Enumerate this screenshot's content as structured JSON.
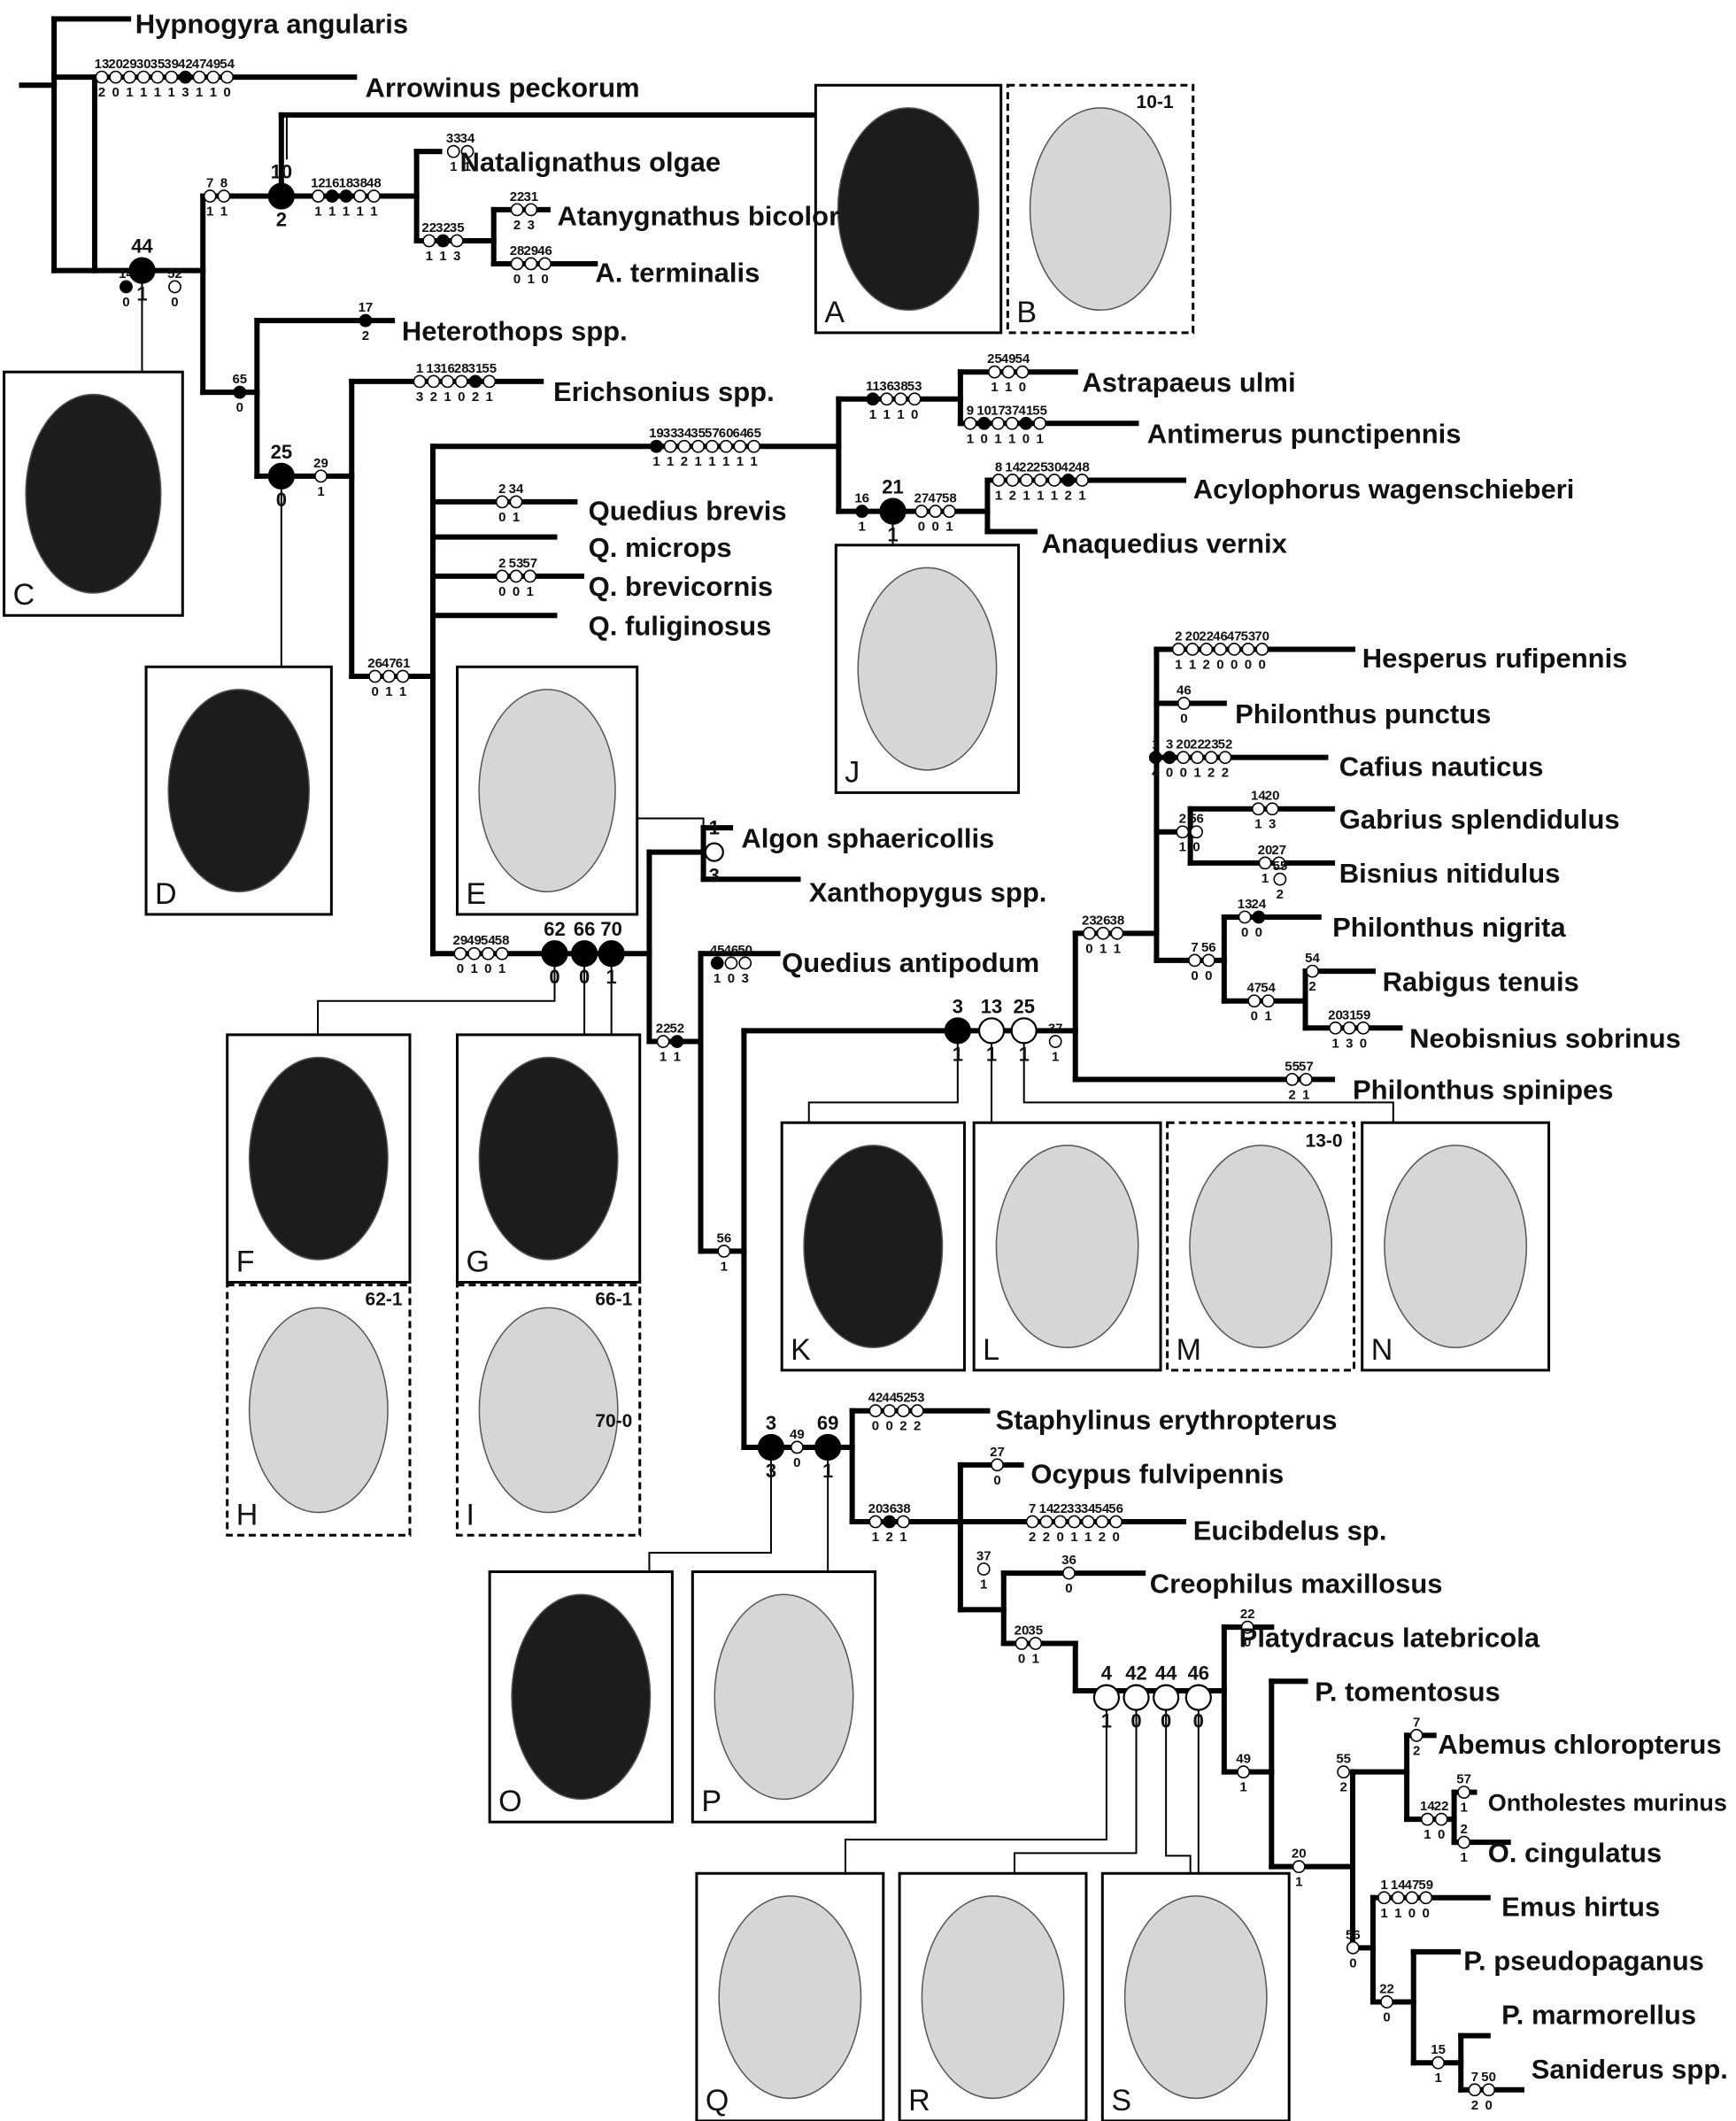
{
  "taxa": [
    "Hypnogyra angularis",
    "Arrowinus peckorum",
    "Natalignathus olgae",
    "Atanygnathus bicolor",
    "A. terminalis",
    "Heterothops spp.",
    "Erichsonius spp.",
    "Astrapaeus ulmi",
    "Antimerus punctipennis",
    "Acylophorus wagenschieberi",
    "Anaquedius vernix",
    "Quedius brevis",
    "Q. microps",
    "Q. brevicornis",
    "Q. fuliginosus",
    "Algon sphaericollis",
    "Xanthopygus spp.",
    "Quedius antipodum",
    "Hesperus rufipennis",
    "Philonthus punctus",
    "Cafius nauticus",
    "Gabrius splendidulus",
    "Bisnius nitidulus",
    "Philonthus nigrita",
    "Rabigus tenuis",
    "Neobisnius sobrinus",
    "Philonthus spinipes",
    "Staphylinus erythropterus",
    "Ocypus fulvipennis",
    "Eucibdelus sp.",
    "Creophilus maxillosus",
    "Platydracus latebricola",
    "P. tomentosus",
    "Abemus chloropterus",
    "Ontholestes murinus",
    "O. cingulatus",
    "Emus hirtus",
    "P. pseudopaganus",
    "P. marmorellus",
    "Saniderus spp."
  ],
  "characters": [
    {
      "c": [
        "13",
        "20",
        "29",
        "30",
        "35",
        "39",
        "42",
        "47",
        "49",
        "54"
      ],
      "s": [
        "2",
        "0",
        "1",
        "1",
        "1",
        "1",
        "3",
        "1",
        "1",
        "0"
      ]
    },
    {
      "c": [
        "33",
        "34"
      ],
      "s": [
        "1",
        "1"
      ]
    },
    {
      "c": [
        "7",
        "8"
      ],
      "s": [
        "1",
        "1"
      ]
    },
    {
      "c": [
        "12",
        "16",
        "18",
        "38",
        "48"
      ],
      "s": [
        "1",
        "1",
        "1",
        "1",
        "1"
      ]
    },
    {
      "c": [
        "22",
        "31"
      ],
      "s": [
        "2",
        "3"
      ]
    },
    {
      "c": [
        "22",
        "32",
        "35"
      ],
      "s": [
        "1",
        "1",
        "3"
      ]
    },
    {
      "c": [
        "28",
        "29",
        "46"
      ],
      "s": [
        "0",
        "1",
        "0"
      ]
    },
    {
      "c": [
        "14"
      ],
      "s": [
        "0"
      ]
    },
    {
      "c": [
        "52"
      ],
      "s": [
        "0"
      ]
    },
    {
      "c": [
        "17"
      ],
      "s": [
        "2"
      ]
    },
    {
      "c": [
        "65"
      ],
      "s": [
        "0"
      ]
    },
    {
      "c": [
        "1",
        "13",
        "16",
        "28",
        "31",
        "55"
      ],
      "s": [
        "3",
        "2",
        "1",
        "0",
        "2",
        "1"
      ]
    },
    {
      "c": [
        "29"
      ],
      "s": [
        "1"
      ]
    },
    {
      "c": [
        "11",
        "36",
        "38",
        "53"
      ],
      "s": [
        "1",
        "1",
        "1",
        "0"
      ]
    },
    {
      "c": [
        "25",
        "49",
        "54"
      ],
      "s": [
        "1",
        "1",
        "0"
      ]
    },
    {
      "c": [
        "9",
        "10",
        "17",
        "37",
        "41",
        "55"
      ],
      "s": [
        "1",
        "0",
        "1",
        "1",
        "0",
        "1"
      ]
    },
    {
      "c": [
        "19",
        "33",
        "34",
        "35",
        "57",
        "60",
        "64",
        "65"
      ],
      "s": [
        "1",
        "1",
        "2",
        "1",
        "1",
        "1",
        "1",
        "1"
      ]
    },
    {
      "c": [
        "8",
        "14",
        "22",
        "25",
        "30",
        "42",
        "48"
      ],
      "s": [
        "1",
        "2",
        "1",
        "1",
        "1",
        "2",
        "1"
      ]
    },
    {
      "c": [
        "16"
      ],
      "s": [
        "1"
      ]
    },
    {
      "c": [
        "27",
        "47",
        "58"
      ],
      "s": [
        "0",
        "0",
        "1"
      ]
    },
    {
      "c": [
        "2",
        "34"
      ],
      "s": [
        "0",
        "1"
      ]
    },
    {
      "c": [
        "2",
        "53",
        "57"
      ],
      "s": [
        "0",
        "0",
        "1"
      ]
    },
    {
      "c": [
        "26",
        "47",
        "61"
      ],
      "s": [
        "0",
        "1",
        "1"
      ]
    },
    {
      "c": [
        "2",
        "20",
        "22",
        "46",
        "47",
        "53",
        "70"
      ],
      "s": [
        "1",
        "1",
        "2",
        "0",
        "0",
        "0",
        "0"
      ]
    },
    {
      "c": [
        "46"
      ],
      "s": [
        "0"
      ]
    },
    {
      "c": [
        "1",
        "3",
        "20",
        "22",
        "23",
        "52"
      ],
      "s": [
        "4",
        "0",
        "0",
        "1",
        "2",
        "2"
      ]
    },
    {
      "c": [
        "14",
        "20"
      ],
      "s": [
        "1",
        "3"
      ]
    },
    {
      "c": [
        "2",
        "56"
      ],
      "s": [
        "1",
        "0"
      ]
    },
    {
      "c": [
        "20",
        "27"
      ],
      "s": [
        "1",
        "0"
      ]
    },
    {
      "c": [
        "55"
      ],
      "s": [
        "2"
      ]
    },
    {
      "c": [
        "13",
        "24"
      ],
      "s": [
        "0",
        "0"
      ]
    },
    {
      "c": [
        "45",
        "46",
        "50"
      ],
      "s": [
        "1",
        "0",
        "3"
      ]
    },
    {
      "c": [
        "23",
        "26",
        "38"
      ],
      "s": [
        "0",
        "1",
        "1"
      ]
    },
    {
      "c": [
        "7",
        "56"
      ],
      "s": [
        "0",
        "0"
      ]
    },
    {
      "c": [
        "54"
      ],
      "s": [
        "2"
      ]
    },
    {
      "c": [
        "47",
        "54"
      ],
      "s": [
        "0",
        "1"
      ]
    },
    {
      "c": [
        "20",
        "31",
        "59"
      ],
      "s": [
        "1",
        "3",
        "0"
      ]
    },
    {
      "c": [
        "29",
        "49",
        "54",
        "58"
      ],
      "s": [
        "0",
        "1",
        "0",
        "1"
      ]
    },
    {
      "c": [
        "22",
        "52"
      ],
      "s": [
        "1",
        "1"
      ]
    },
    {
      "c": [
        "37"
      ],
      "s": [
        "1"
      ]
    },
    {
      "c": [
        "55",
        "57"
      ],
      "s": [
        "2",
        "1"
      ]
    },
    {
      "c": [
        "56"
      ],
      "s": [
        "1"
      ]
    },
    {
      "c": [
        "42",
        "44",
        "52",
        "53"
      ],
      "s": [
        "0",
        "0",
        "2",
        "2"
      ]
    },
    {
      "c": [
        "27"
      ],
      "s": [
        "0"
      ]
    },
    {
      "c": [
        "49"
      ],
      "s": [
        "0"
      ]
    },
    {
      "c": [
        "20",
        "36",
        "38"
      ],
      "s": [
        "1",
        "2",
        "1"
      ]
    },
    {
      "c": [
        "7",
        "14",
        "22",
        "33",
        "34",
        "54",
        "56"
      ],
      "s": [
        "2",
        "2",
        "0",
        "1",
        "1",
        "2",
        "0"
      ]
    },
    {
      "c": [
        "37"
      ],
      "s": [
        "1"
      ]
    },
    {
      "c": [
        "36"
      ],
      "s": [
        "0"
      ]
    },
    {
      "c": [
        "20",
        "35"
      ],
      "s": [
        "0",
        "1"
      ]
    },
    {
      "c": [
        "22"
      ],
      "s": [
        "0"
      ]
    },
    {
      "c": [
        "49"
      ],
      "s": [
        "1"
      ]
    },
    {
      "c": [
        "7"
      ],
      "s": [
        "2"
      ]
    },
    {
      "c": [
        "55"
      ],
      "s": [
        "2"
      ]
    },
    {
      "c": [
        "14",
        "22"
      ],
      "s": [
        "1",
        "0"
      ]
    },
    {
      "c": [
        "57"
      ],
      "s": [
        "1"
      ]
    },
    {
      "c": [
        "2"
      ],
      "s": [
        "1"
      ]
    },
    {
      "c": [
        "20"
      ],
      "s": [
        "1"
      ]
    },
    {
      "c": [
        "1",
        "14",
        "47",
        "59"
      ],
      "s": [
        "1",
        "1",
        "0",
        "0"
      ]
    },
    {
      "c": [
        "56"
      ],
      "s": [
        "0"
      ]
    },
    {
      "c": [
        "22"
      ],
      "s": [
        "0"
      ]
    },
    {
      "c": [
        "15"
      ],
      "s": [
        "1"
      ]
    },
    {
      "c": [
        "7",
        "50"
      ],
      "s": [
        "2",
        "0"
      ]
    }
  ],
  "major_characters": [
    {
      "c": "44",
      "s": "1"
    },
    {
      "c": "10",
      "s": "2"
    },
    {
      "c": "25",
      "s": "0"
    },
    {
      "c": "21",
      "s": "1"
    },
    {
      "c": "62",
      "s": "0"
    },
    {
      "c": "66",
      "s": "0"
    },
    {
      "c": "70",
      "s": "1"
    },
    {
      "c": "3",
      "s": "1"
    },
    {
      "c": "13",
      "s": "1"
    },
    {
      "c": "25",
      "s": "1"
    },
    {
      "c": "3",
      "s": "3"
    },
    {
      "c": "69",
      "s": "1"
    },
    {
      "c": "4",
      "s": "1"
    },
    {
      "c": "42",
      "s": "0"
    },
    {
      "c": "44",
      "s": "0"
    },
    {
      "c": "46",
      "s": "0"
    },
    {
      "c": "1",
      "s": "3"
    }
  ],
  "panels": {
    "labels": [
      "A",
      "B",
      "C",
      "D",
      "E",
      "F",
      "G",
      "H",
      "I",
      "J",
      "K",
      "L",
      "M",
      "N",
      "O",
      "P",
      "Q",
      "R",
      "S"
    ],
    "codes": [
      "10-1",
      "62-1",
      "66-1",
      "70-0",
      "13-0"
    ]
  },
  "colors": {
    "line": "#000000",
    "panel_fill": "#1c1c1c",
    "panel_light": "#d6d6d6",
    "arrow": "#7a9ad6"
  }
}
